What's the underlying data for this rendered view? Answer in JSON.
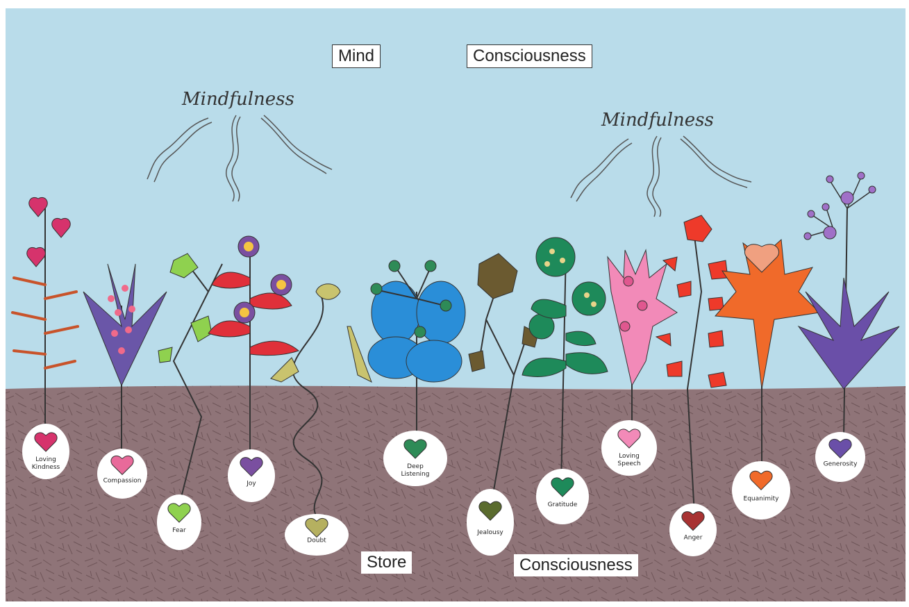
{
  "labels": {
    "mind": "Mind",
    "consciousness_top": "Consciousness",
    "store": "Store",
    "consciousness_bottom": "Consciousness",
    "mindfulness_left": "Mindfulness",
    "mindfulness_right": "Mindfulness"
  },
  "seeds": [
    {
      "key": "loving-kindness",
      "lines": [
        "Loving",
        "Kindness"
      ],
      "color": "#d6336c"
    },
    {
      "key": "compassion",
      "lines": [
        "Compassion"
      ],
      "color": "#e86a9a"
    },
    {
      "key": "fear",
      "lines": [
        "Fear"
      ],
      "color": "#8fd14f"
    },
    {
      "key": "joy",
      "lines": [
        "Joy"
      ],
      "color": "#7a4fa0"
    },
    {
      "key": "doubt",
      "lines": [
        "Doubt"
      ],
      "color": "#b5b060"
    },
    {
      "key": "deep-listening",
      "lines": [
        "Deep",
        "Listening"
      ],
      "color": "#2e8b57"
    },
    {
      "key": "jealousy",
      "lines": [
        "Jealousy"
      ],
      "color": "#5a6b2e"
    },
    {
      "key": "gratitude",
      "lines": [
        "Gratitude"
      ],
      "color": "#1e8a5a"
    },
    {
      "key": "loving-speech",
      "lines": [
        "Loving",
        "Speech"
      ],
      "color": "#f28ab8"
    },
    {
      "key": "anger",
      "lines": [
        "Anger"
      ],
      "color": "#a83232"
    },
    {
      "key": "equanimity",
      "lines": [
        "Equanimity"
      ],
      "color": "#f06a2a"
    },
    {
      "key": "generosity",
      "lines": [
        "Generosity"
      ],
      "color": "#6a4fa8"
    }
  ],
  "colors": {
    "sky": "#b9dcea",
    "soil": "#8f7478",
    "soil_line": "#6f5558"
  }
}
